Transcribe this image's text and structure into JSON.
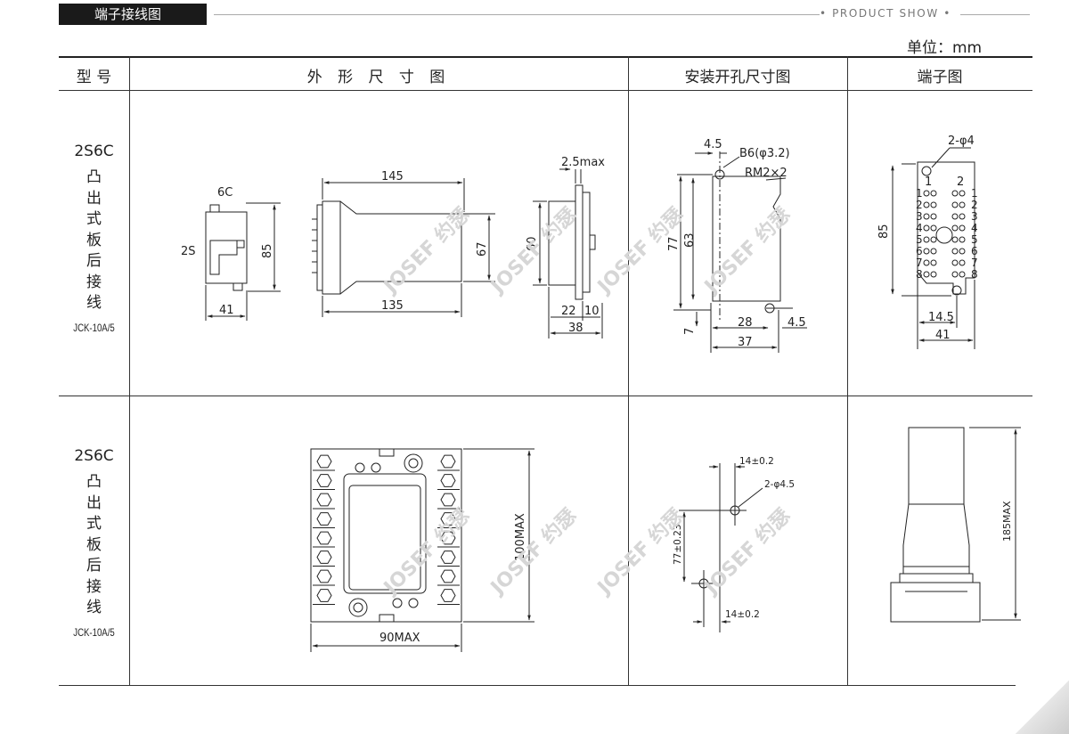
{
  "header": {
    "title": "端子接线图",
    "product_show": "• PRODUCT SHOW •"
  },
  "unit_label": "单位：mm",
  "table": {
    "headers": [
      "型 号",
      "外 形 尺 寸 图",
      "安装开孔尺寸图",
      "端子图"
    ]
  },
  "rows": [
    {
      "code": "2S6C",
      "mount": [
        "凸",
        "出",
        "式",
        "板",
        "后",
        "接",
        "线"
      ],
      "model": "JCK-10A/5"
    },
    {
      "code": "2S6C",
      "mount": [
        "凸",
        "出",
        "式",
        "板",
        "后",
        "接",
        "线"
      ],
      "model": "JCK-10A/5"
    }
  ],
  "watermark": "JOSEF 约瑟",
  "row1": {
    "side_view": {
      "top": "6C",
      "left": "2S",
      "height": "85",
      "width": "41"
    },
    "body_view": {
      "top": "145",
      "bottom": "135",
      "height": "67"
    },
    "end_view": {
      "top": "2.5max",
      "height": "60",
      "a": "22",
      "b": "10",
      "width": "38"
    },
    "cutout": {
      "a": "4.5",
      "hole": "B6(φ3.2)",
      "rm": "RM2×2",
      "h1": "77",
      "h2": "63",
      "w1": "28",
      "w2": "4.5",
      "w3": "37",
      "off": "7"
    },
    "terminal": {
      "holes": "2-φ4",
      "c1": "1",
      "c2": "2",
      "h": "85",
      "w1": "14.5",
      "w2": "41",
      "nums": [
        "1",
        "2",
        "3",
        "4",
        "5",
        "6",
        "7",
        "8"
      ]
    }
  },
  "row2": {
    "front": {
      "height": "100MAX",
      "width": "90MAX"
    },
    "cutout": {
      "a": "14±0.2",
      "holes": "2-φ4.5",
      "h": "77±0.23",
      "b": "14±0.2"
    },
    "side": {
      "height": "185MAX"
    }
  }
}
